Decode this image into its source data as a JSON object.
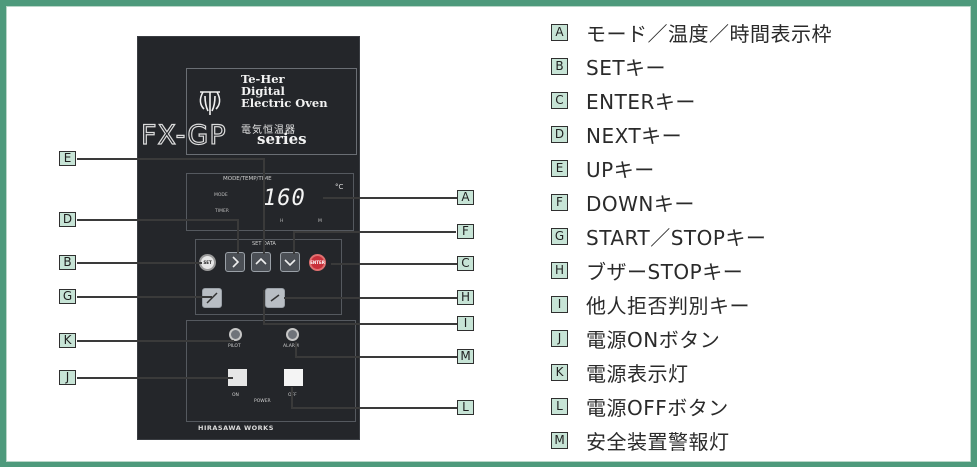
{
  "device": {
    "brand_lines": [
      "Te-Her",
      "Digital",
      "Electric Oven"
    ],
    "brand_jp": "電気恒温器",
    "model": "FX-GP",
    "series": "series",
    "display_header": "MODE/TEMP/TIME",
    "display_mode": "MODE",
    "display_timer": "TIMER",
    "display_value": "160",
    "display_unit": "°C",
    "display_h": "H",
    "display_m": "M",
    "setdata_label": "SET DATA",
    "key_set": "SET",
    "key_enter": "ENTER",
    "lamp_pilot": "PILOT",
    "lamp_alarm": "ALARM",
    "power_on": "ON",
    "power_off": "OFF",
    "power_label": "POWER",
    "maker": "HIRASAWA WORKS"
  },
  "legend": [
    {
      "key": "A",
      "label": "モード／温度／時間表示枠"
    },
    {
      "key": "B",
      "label": "SETキー"
    },
    {
      "key": "C",
      "label": "ENTERキー"
    },
    {
      "key": "D",
      "label": "NEXTキー"
    },
    {
      "key": "E",
      "label": "UPキー"
    },
    {
      "key": "F",
      "label": "DOWNキー"
    },
    {
      "key": "G",
      "label": "START／STOPキー"
    },
    {
      "key": "H",
      "label": "ブザーSTOPキー"
    },
    {
      "key": "I",
      "label": "他人拒否判別キー"
    },
    {
      "key": "J",
      "label": "電源ONボタン"
    },
    {
      "key": "K",
      "label": "電源表示灯"
    },
    {
      "key": "L",
      "label": "電源OFFボタン"
    },
    {
      "key": "M",
      "label": "安全装置警報灯"
    }
  ],
  "callouts": {
    "E": "E",
    "D": "D",
    "B": "B",
    "G": "G",
    "K": "K",
    "J": "J",
    "A": "A",
    "F": "F",
    "C": "C",
    "H": "H",
    "I": "I",
    "M": "M",
    "L": "L"
  },
  "colors": {
    "frame": "#4e9a7c",
    "tag_fill": "#c7e4d6",
    "panel": "#24262a",
    "enter_key": "#c8303a"
  }
}
